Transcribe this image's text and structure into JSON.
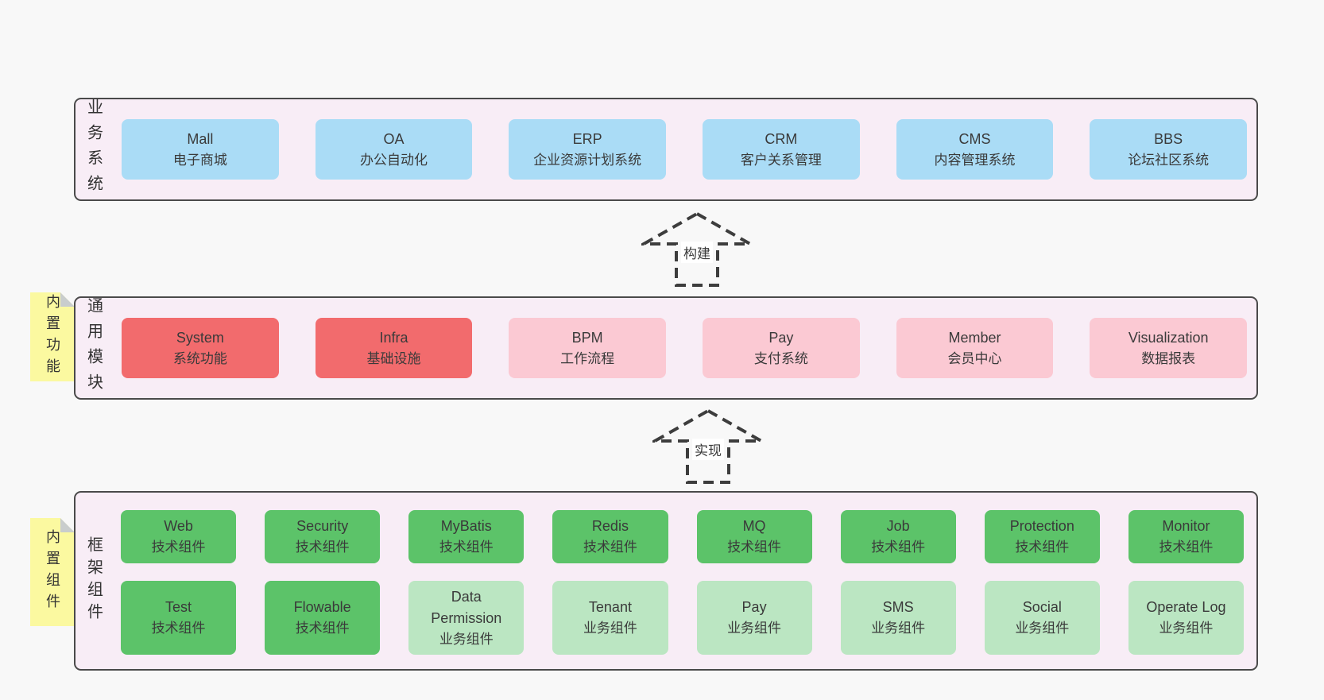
{
  "colors": {
    "page_bg": "#f8f8f8",
    "panel_bg": "#f8edf6",
    "panel_border": "#4a4a4a",
    "blue": "#aadcf6",
    "red": "#f26b6d",
    "pink": "#fbc9d3",
    "green": "#5cc369",
    "green_light": "#bbe6c2",
    "note_yellow": "#fbf9a0",
    "text": "#3a3a3a"
  },
  "panels": [
    {
      "side_label": "业务系统",
      "boxes": [
        {
          "key": "box-mall",
          "title": "Mall",
          "subtitle": "电子商城",
          "variant": "blue"
        },
        {
          "key": "box-oa",
          "title": "OA",
          "subtitle": "办公自动化",
          "variant": "blue"
        },
        {
          "key": "box-erp",
          "title": "ERP",
          "subtitle": "企业资源计划系统",
          "variant": "blue"
        },
        {
          "key": "box-crm",
          "title": "CRM",
          "subtitle": "客户关系管理",
          "variant": "blue"
        },
        {
          "key": "box-cms",
          "title": "CMS",
          "subtitle": "内容管理系统",
          "variant": "blue"
        },
        {
          "key": "box-bbs",
          "title": "BBS",
          "subtitle": "论坛社区系统",
          "variant": "blue"
        }
      ]
    },
    {
      "side_label": "通用模块",
      "sticky_note": "内置功能",
      "boxes": [
        {
          "key": "box-system",
          "title": "System",
          "subtitle": "系统功能",
          "variant": "red"
        },
        {
          "key": "box-infra",
          "title": "Infra",
          "subtitle": "基础设施",
          "variant": "red"
        },
        {
          "key": "box-bpm",
          "title": "BPM",
          "subtitle": "工作流程",
          "variant": "pink"
        },
        {
          "key": "box-pay",
          "title": "Pay",
          "subtitle": "支付系统",
          "variant": "pink"
        },
        {
          "key": "box-member",
          "title": "Member",
          "subtitle": "会员中心",
          "variant": "pink"
        },
        {
          "key": "box-visualization",
          "title": "Visualization",
          "subtitle": "数据报表",
          "variant": "pink"
        }
      ]
    },
    {
      "side_label": "框架组件",
      "sticky_note": "内置组件",
      "boxes": [
        {
          "key": "box-web",
          "title": "Web",
          "subtitle": "技术组件",
          "variant": "green"
        },
        {
          "key": "box-security",
          "title": "Security",
          "subtitle": "技术组件",
          "variant": "green"
        },
        {
          "key": "box-mybatis",
          "title": "MyBatis",
          "subtitle": "技术组件",
          "variant": "green"
        },
        {
          "key": "box-redis",
          "title": "Redis",
          "subtitle": "技术组件",
          "variant": "green"
        },
        {
          "key": "box-mq",
          "title": "MQ",
          "subtitle": "技术组件",
          "variant": "green"
        },
        {
          "key": "box-job",
          "title": "Job",
          "subtitle": "技术组件",
          "variant": "green"
        },
        {
          "key": "box-protection",
          "title": "Protection",
          "subtitle": "技术组件",
          "variant": "green"
        },
        {
          "key": "box-monitor",
          "title": "Monitor",
          "subtitle": "技术组件",
          "variant": "green"
        },
        {
          "key": "box-test",
          "title": "Test",
          "subtitle": "技术组件",
          "variant": "green"
        },
        {
          "key": "box-flowable",
          "title": "Flowable",
          "subtitle": "技术组件",
          "variant": "green"
        },
        {
          "key": "box-data-permission",
          "title": "Data\nPermission",
          "subtitle": "业务组件",
          "variant": "green-light"
        },
        {
          "key": "box-tenant",
          "title": "Tenant",
          "subtitle": "业务组件",
          "variant": "green-light"
        },
        {
          "key": "box-pay-biz",
          "title": "Pay",
          "subtitle": "业务组件",
          "variant": "green-light"
        },
        {
          "key": "box-sms",
          "title": "SMS",
          "subtitle": "业务组件",
          "variant": "green-light"
        },
        {
          "key": "box-social",
          "title": "Social",
          "subtitle": "业务组件",
          "variant": "green-light"
        },
        {
          "key": "box-operate-log",
          "title": "Operate Log",
          "subtitle": "业务组件",
          "variant": "green-light"
        }
      ]
    }
  ],
  "arrows": [
    {
      "label": "构建"
    },
    {
      "label": "实现"
    }
  ]
}
